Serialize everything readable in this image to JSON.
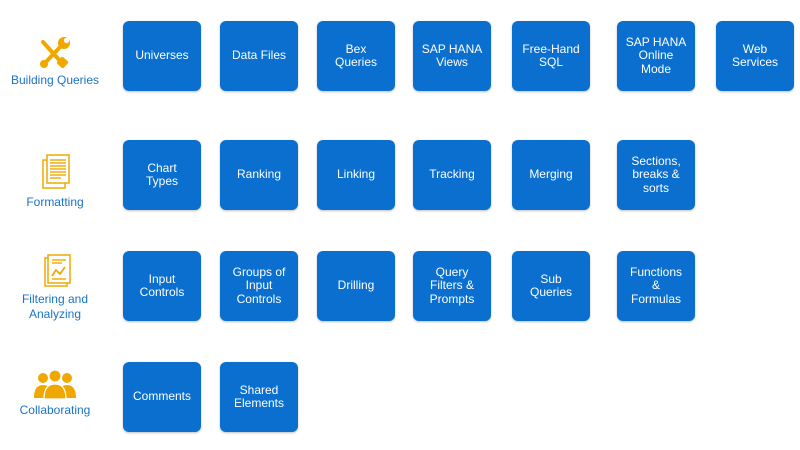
{
  "colors": {
    "tile": "#0a6fcf",
    "label": "#1a73c7",
    "icon": "#f0a800"
  },
  "categories": [
    {
      "label": "Building Queries",
      "icon": "tools-icon",
      "tiles": [
        "Universes",
        "Data Files",
        "Bex\nQueries",
        "SAP HANA\nViews",
        "Free-Hand\nSQL",
        "SAP HANA\nOnline\nMode",
        "Web\nServices"
      ]
    },
    {
      "label": "Formatting",
      "icon": "document-icon",
      "tiles": [
        "Chart\nTypes",
        "Ranking",
        "Linking",
        "Tracking",
        "Merging",
        "Sections,\nbreaks &\nsorts"
      ]
    },
    {
      "label": "Filtering and\nAnalyzing",
      "icon": "analysis-report-icon",
      "tiles": [
        "Input\nControls",
        "Groups of\nInput\nControls",
        "Drilling",
        "Query\nFilters &\nPrompts",
        "Sub\nQueries",
        "Functions\n&\nFormulas"
      ]
    },
    {
      "label": "Collaborating",
      "icon": "users-group-icon",
      "tiles": [
        "Comments",
        "Shared\nElements"
      ]
    }
  ]
}
